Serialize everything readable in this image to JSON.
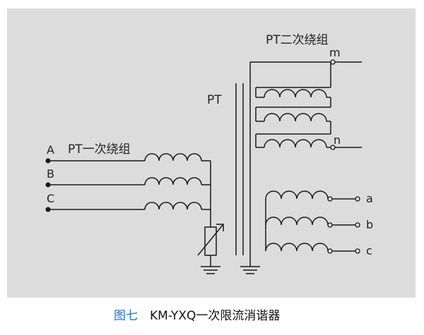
{
  "diagram": {
    "background_color": "#dcdcdc",
    "line_color": "#1a1a1a",
    "labels": {
      "secondary_title": "PT二次绕组",
      "primary_title": "PT一次绕组",
      "pt": "PT",
      "terminal_m": "m",
      "terminal_n": "n",
      "phase_a": "A",
      "phase_b": "B",
      "phase_c": "C",
      "out_a": "a",
      "out_b": "b",
      "out_c": "c"
    }
  },
  "caption": {
    "figure_no": "图七",
    "text": "KM-YXQ一次限流消谐器",
    "figure_color": "#1a73c8"
  }
}
